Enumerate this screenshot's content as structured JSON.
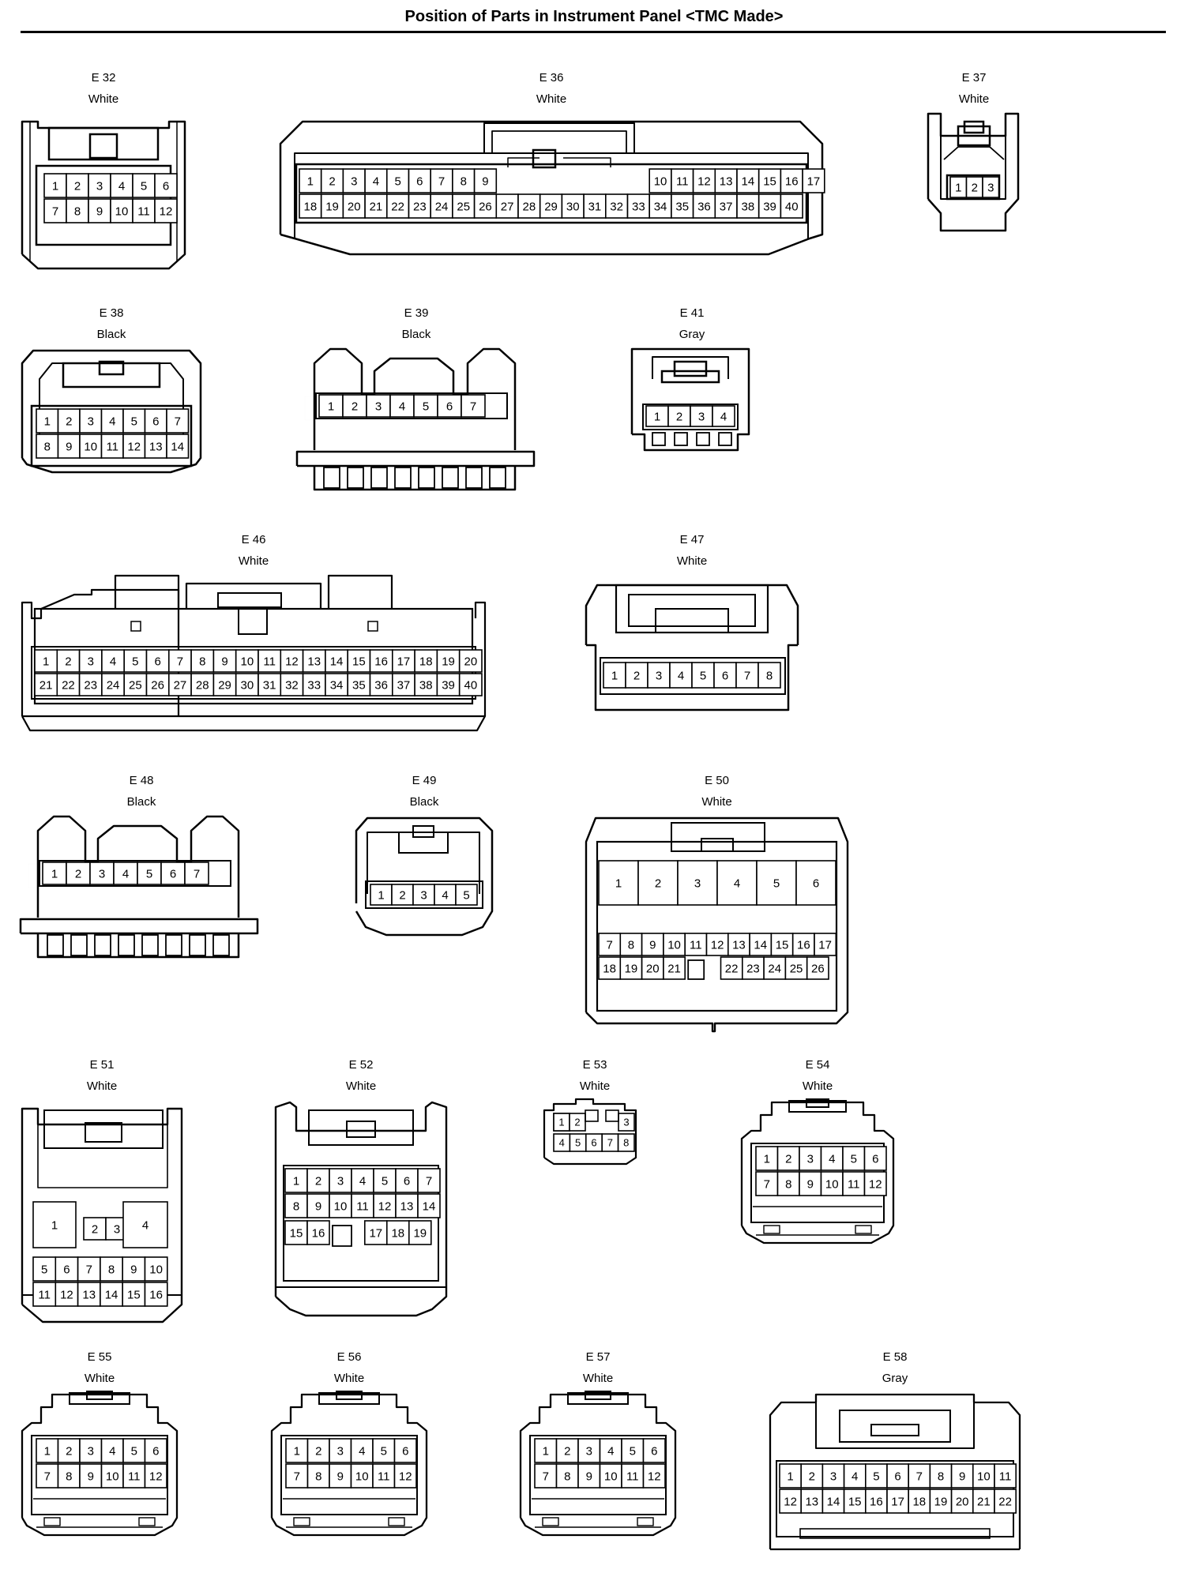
{
  "page": {
    "title": "Position of Parts in Instrument Panel <TMC Made>"
  },
  "connectors": [
    {
      "id": "E 32",
      "color": "White",
      "rows": [
        [
          "1",
          "2",
          "3",
          "4",
          "5",
          "6"
        ],
        [
          "7",
          "8",
          "9",
          "10",
          "11",
          "12"
        ]
      ]
    },
    {
      "id": "E 36",
      "color": "White",
      "rows": [
        [
          "1",
          "2",
          "3",
          "4",
          "5",
          "6",
          "7",
          "8",
          "9",
          "",
          "",
          "",
          "",
          "",
          "",
          "",
          "10",
          "11",
          "12",
          "13",
          "14",
          "15",
          "16",
          "17"
        ],
        [
          "18",
          "19",
          "20",
          "21",
          "22",
          "23",
          "24",
          "25",
          "26",
          "27",
          "28",
          "29",
          "30",
          "31",
          "32",
          "33",
          "34",
          "35",
          "36",
          "37",
          "38",
          "39",
          "40"
        ]
      ]
    },
    {
      "id": "E 37",
      "color": "White",
      "rows": [
        [
          "1",
          "2",
          "3"
        ]
      ]
    },
    {
      "id": "E 38",
      "color": "Black",
      "rows": [
        [
          "1",
          "2",
          "3",
          "4",
          "5",
          "6",
          "7"
        ],
        [
          "8",
          "9",
          "10",
          "11",
          "12",
          "13",
          "14"
        ]
      ]
    },
    {
      "id": "E 39",
      "color": "Black",
      "rows": [
        [
          "1",
          "2",
          "3",
          "4",
          "5",
          "6",
          "7"
        ]
      ]
    },
    {
      "id": "E 41",
      "color": "Gray",
      "rows": [
        [
          "1",
          "2",
          "3",
          "4"
        ]
      ]
    },
    {
      "id": "E 46",
      "color": "White",
      "rows": [
        [
          "1",
          "2",
          "3",
          "4",
          "5",
          "6",
          "7",
          "8",
          "9",
          "10",
          "11",
          "12",
          "13",
          "14",
          "15",
          "16",
          "17",
          "18",
          "19",
          "20"
        ],
        [
          "21",
          "22",
          "23",
          "24",
          "25",
          "26",
          "27",
          "28",
          "29",
          "30",
          "31",
          "32",
          "33",
          "34",
          "35",
          "36",
          "37",
          "38",
          "39",
          "40"
        ]
      ]
    },
    {
      "id": "E 47",
      "color": "White",
      "rows": [
        [
          "1",
          "2",
          "3",
          "4",
          "5",
          "6",
          "7",
          "8"
        ]
      ]
    },
    {
      "id": "E 48",
      "color": "Black",
      "rows": [
        [
          "1",
          "2",
          "3",
          "4",
          "5",
          "6",
          "7"
        ]
      ]
    },
    {
      "id": "E 49",
      "color": "Black",
      "rows": [
        [
          "1",
          "2",
          "3",
          "4",
          "5"
        ]
      ]
    },
    {
      "id": "E 50",
      "color": "White",
      "rows": [
        [
          "1",
          "2",
          "3",
          "4",
          "5",
          "6"
        ],
        [
          "7",
          "8",
          "9",
          "10",
          "11",
          "12",
          "13",
          "14",
          "15",
          "16",
          "17"
        ],
        [
          "18",
          "19",
          "20",
          "21",
          "",
          "22",
          "23",
          "24",
          "25",
          "26"
        ]
      ]
    },
    {
      "id": "E 51",
      "color": "White",
      "rows": [
        [
          "1",
          "2",
          "3",
          "4"
        ],
        [
          "5",
          "6",
          "7",
          "8",
          "9",
          "10"
        ],
        [
          "11",
          "12",
          "13",
          "14",
          "15",
          "16"
        ]
      ]
    },
    {
      "id": "E 52",
      "color": "White",
      "rows": [
        [
          "1",
          "2",
          "3",
          "4",
          "5",
          "6",
          "7"
        ],
        [
          "8",
          "9",
          "10",
          "11",
          "12",
          "13",
          "14"
        ],
        [
          "15",
          "16",
          "",
          "17",
          "18",
          "19"
        ]
      ]
    },
    {
      "id": "E 53",
      "color": "White",
      "rows": [
        [
          "1",
          "2",
          "3"
        ],
        [
          "4",
          "5",
          "6",
          "7",
          "8"
        ]
      ]
    },
    {
      "id": "E 54",
      "color": "White",
      "rows": [
        [
          "1",
          "2",
          "3",
          "4",
          "5",
          "6"
        ],
        [
          "7",
          "8",
          "9",
          "10",
          "11",
          "12"
        ]
      ]
    },
    {
      "id": "E 55",
      "color": "White",
      "rows": [
        [
          "1",
          "2",
          "3",
          "4",
          "5",
          "6"
        ],
        [
          "7",
          "8",
          "9",
          "10",
          "11",
          "12"
        ]
      ]
    },
    {
      "id": "E 56",
      "color": "White",
      "rows": [
        [
          "1",
          "2",
          "3",
          "4",
          "5",
          "6"
        ],
        [
          "7",
          "8",
          "9",
          "10",
          "11",
          "12"
        ]
      ]
    },
    {
      "id": "E 57",
      "color": "White",
      "rows": [
        [
          "1",
          "2",
          "3",
          "4",
          "5",
          "6"
        ],
        [
          "7",
          "8",
          "9",
          "10",
          "11",
          "12"
        ]
      ]
    },
    {
      "id": "E 58",
      "color": "Gray",
      "rows": [
        [
          "1",
          "2",
          "3",
          "4",
          "5",
          "6",
          "7",
          "8",
          "9",
          "10",
          "11"
        ],
        [
          "12",
          "13",
          "14",
          "15",
          "16",
          "17",
          "18",
          "19",
          "20",
          "21",
          "22"
        ]
      ]
    }
  ]
}
